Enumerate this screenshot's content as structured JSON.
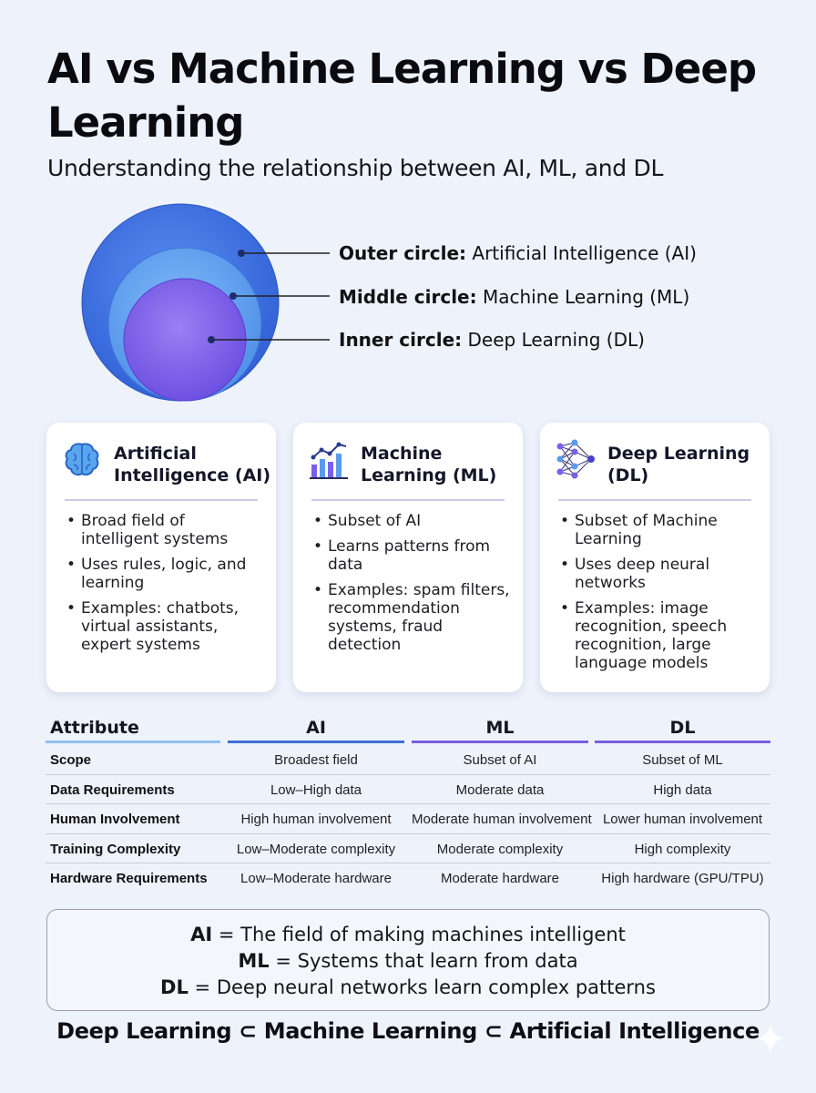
{
  "title": "AI vs Machine Learning vs Deep Learning",
  "subtitle": "Understanding the relationship between AI, ML, and DL",
  "diagram": {
    "labels": [
      {
        "prefix": "Outer circle:",
        "text": "Artificial Intelligence (AI)",
        "color": "#3b6ee0"
      },
      {
        "prefix": "Middle circle:",
        "text": "Machine Learning (ML)",
        "color": "#5a9bf0"
      },
      {
        "prefix": "Inner circle:",
        "text": "Deep Learning (DL)",
        "color": "#7a5fe8"
      }
    ]
  },
  "cards": [
    {
      "title": "Artificial Intelligence (AI)",
      "icon": "brain-icon",
      "bullets": [
        "Broad field of intelligent systems",
        "Uses rules, logic, and learning",
        "Examples: chatbots, virtual assistants, expert systems"
      ]
    },
    {
      "title": "Machine Learning (ML)",
      "icon": "bar-chart-trend-icon",
      "bullets": [
        "Subset of AI",
        "Learns patterns from data",
        "Examples: spam filters, recommendation systems, fraud detection"
      ]
    },
    {
      "title": "Deep Learning (DL)",
      "icon": "neural-network-icon",
      "bullets": [
        "Subset of Machine Learning",
        "Uses deep neural networks",
        "Examples: image recognition, speech recognition, large language models"
      ]
    }
  ],
  "table": {
    "headers": [
      "Attribute",
      "AI",
      "ML",
      "DL"
    ],
    "header_line_colors": [
      "#7fb0ee",
      "#3f6fd8",
      "#7a5fe0",
      "#7a5fe0"
    ],
    "rows": [
      [
        "Scope",
        "Broadest field",
        "Subset of AI",
        "Subset of ML"
      ],
      [
        "Data Requirements",
        "Low–High data",
        "Moderate data",
        "High data"
      ],
      [
        "Human Involvement",
        "High human involvement",
        "Moderate human involvement",
        "Lower human involvement"
      ],
      [
        "Training Complexity",
        "Low–Moderate complexity",
        "Moderate complexity",
        "High complexity"
      ],
      [
        "Hardware Requirements",
        "Low–Moderate hardware",
        "Moderate hardware",
        "High hardware (GPU/TPU)"
      ]
    ]
  },
  "summary": [
    {
      "term": "AI",
      "text": " = The field of making machines intelligent"
    },
    {
      "term": "ML",
      "text": " = Systems that learn from data"
    },
    {
      "term": "DL",
      "text": " = Deep neural networks learn complex patterns"
    }
  ],
  "footer": "Deep Learning ⊂ Machine Learning ⊂ Artificial Intelligence",
  "colors": {
    "outer": "#3d6fe2",
    "middle": "#5fa0f2",
    "inner": "#7b5de9",
    "background": "#eef2fb"
  }
}
